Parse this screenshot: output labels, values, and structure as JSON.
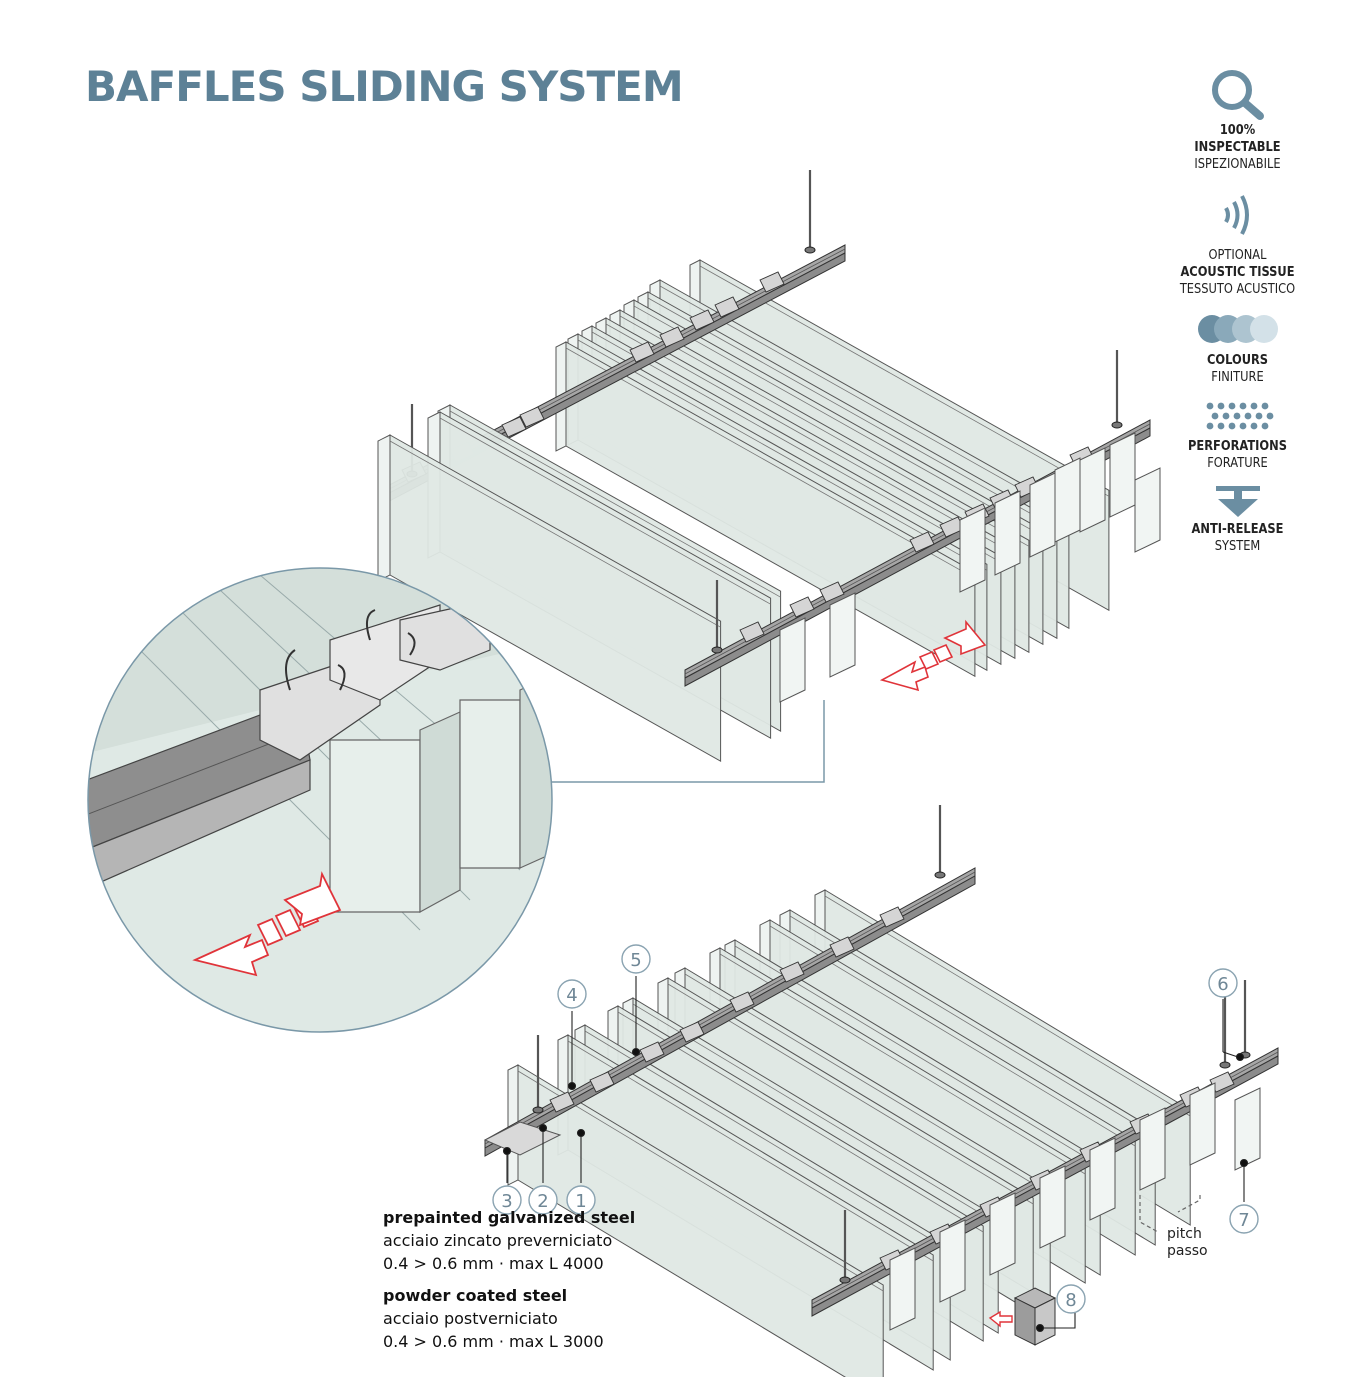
{
  "title": "BAFFLES SLIDING SYSTEM",
  "features": [
    {
      "icon": "magnifier-icon",
      "lines": [
        "100%",
        "INSPECTABLE",
        "ISPEZIONABILE"
      ]
    },
    {
      "icon": "acoustic-waves-icon",
      "lines": [
        "OPTIONAL",
        "ACOUSTIC TISSUE",
        "TESSUTO ACUSTICO"
      ]
    },
    {
      "icon": "colour-circles-icon",
      "lines": [
        "COLOURS",
        "FINITURE"
      ]
    },
    {
      "icon": "perforation-dots-icon",
      "lines": [
        "PERFORATIONS",
        "FORATURE"
      ]
    },
    {
      "icon": "anti-release-arrow-icon",
      "lines": [
        "ANTI-RELEASE",
        "SYSTEM"
      ]
    }
  ],
  "materials": {
    "prepainted": {
      "title": "prepainted galvanized steel",
      "subtitle": "acciaio zincato preverniciato",
      "spec": "0.4 > 0.6 mm · max L 4000"
    },
    "powder": {
      "title": "powder coated steel",
      "subtitle": "acciaio postverniciato",
      "spec": "0.4 > 0.6 mm · max L 3000"
    }
  },
  "pitch": {
    "en": "pitch",
    "it": "passo"
  },
  "callouts": [
    "1",
    "2",
    "3",
    "4",
    "5",
    "6",
    "7",
    "8"
  ],
  "colors": {
    "title": "#5d8196",
    "baffle_fill": "#dfe8e4",
    "rail": "#9a9a9a",
    "arrow": "#e0343a",
    "callout": "#6f8796"
  }
}
